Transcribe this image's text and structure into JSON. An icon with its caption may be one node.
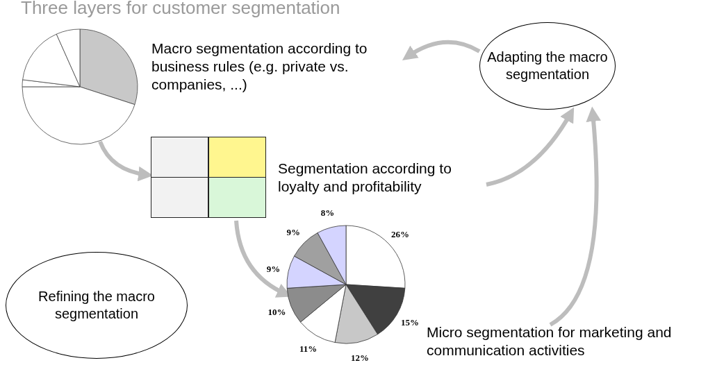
{
  "diagram": {
    "title": "Three layers for customer segmentation",
    "nodes": [
      {
        "text": [],
        "shape": "pie"
      },
      {
        "text": [
          "Macro segmentation according to business rules (e.g. private vs. companies, ...)"
        ]
      },
      {
        "text": [
          "Adapting the macro segmentation"
        ]
      },
      {
        "text": [],
        "shape": "box"
      },
      {
        "text": [
          "Segmentation according to loyalty and profitability"
        ]
      },
      {
        "text": [],
        "shape": "pie"
      },
      {
        "text": [
          "Micro segmentation for marketing and communication activities"
        ]
      },
      {
        "text": [
          "Refining the macro segmentation"
        ]
      }
    ],
    "edges": [
      {
        "from": 2,
        "to": 1,
        "arrow": "to"
      },
      {
        "from": 0,
        "to": 3,
        "arrow": "to"
      },
      {
        "from": 4,
        "to": 2,
        "arrow": "to"
      },
      {
        "from": 3,
        "to": 5,
        "arrow": "to"
      },
      {
        "from": 6,
        "to": 2,
        "arrow": "to"
      }
    ],
    "chart_data": {
      "type": "pie",
      "values": [
        26,
        15,
        12,
        11,
        10,
        9,
        9,
        8
      ],
      "value_labels": [
        "26%",
        "15%",
        "12%",
        "11%",
        "10%",
        "9%",
        "9%",
        "8%"
      ]
    }
  }
}
